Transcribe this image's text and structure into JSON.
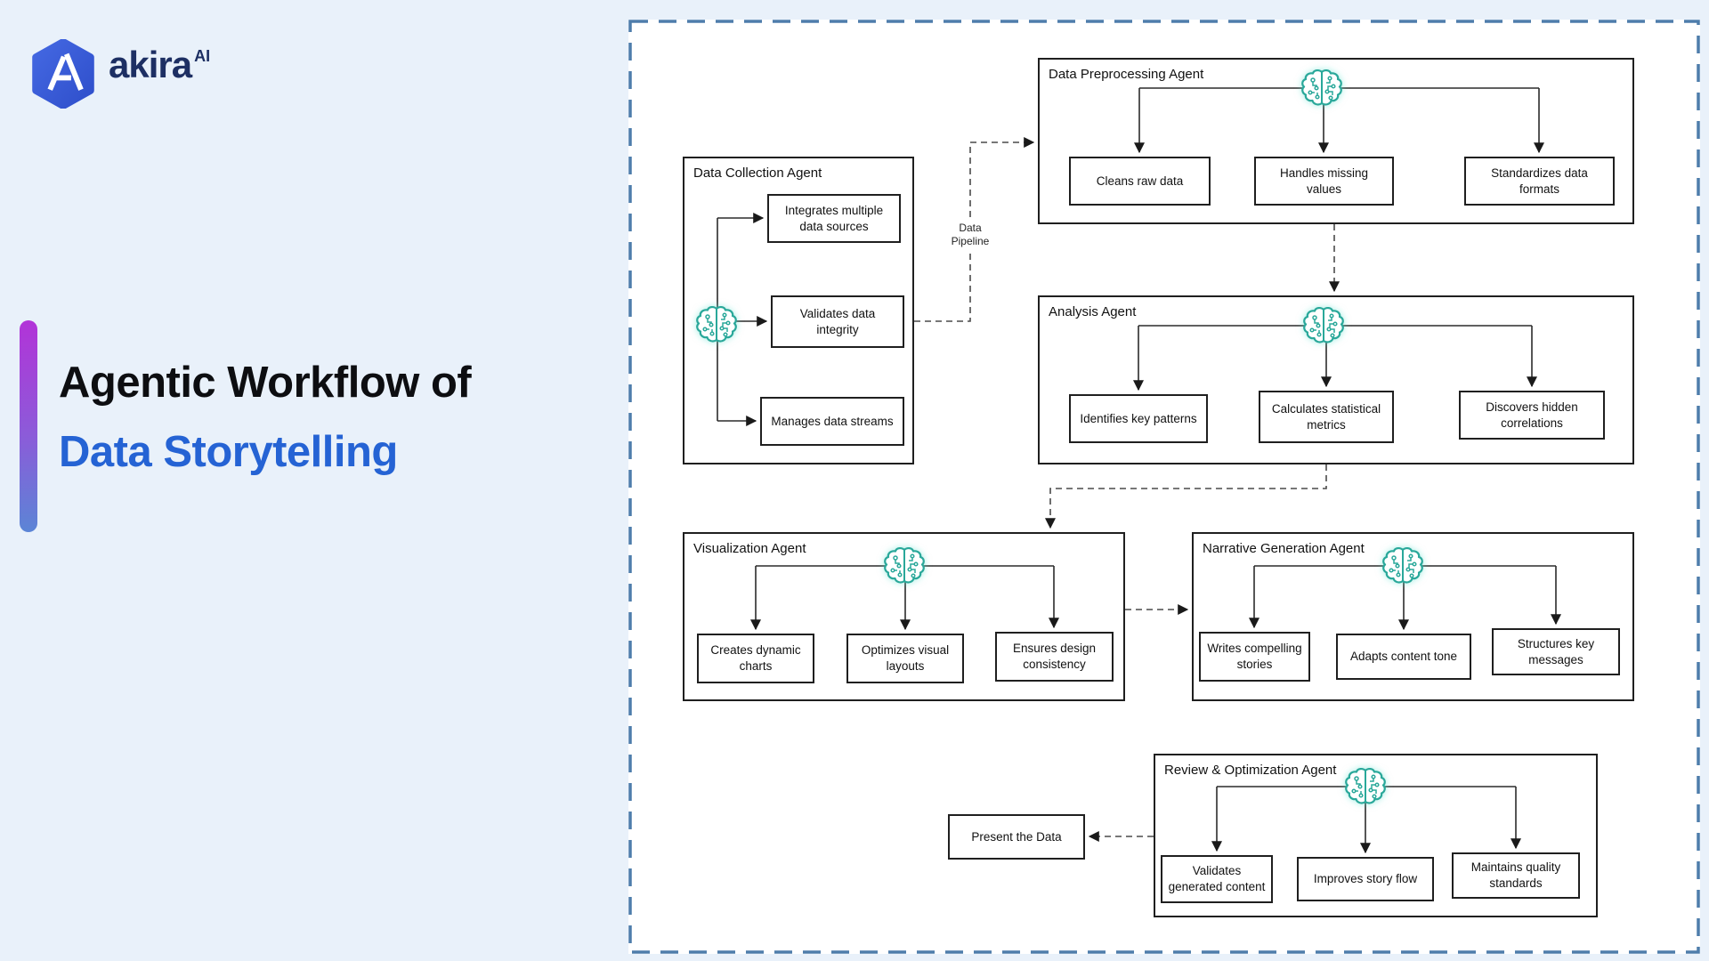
{
  "header": {
    "brand": "akira",
    "brand_superscript": "AI"
  },
  "hero": {
    "title_line1": "Agentic Workflow of",
    "title_line2": "Data Storytelling"
  },
  "colors": {
    "page_bg": "#e9f1fa",
    "canvas_bg": "#ffffff",
    "dashed_border_blue": "#4e7dab",
    "title_accent_blue": "#2563d4",
    "brand_navy": "#1d2f63",
    "brain_teal": "#2aa89a",
    "accent_bar_top": "#b233d8",
    "accent_bar_bottom": "#5b85d6",
    "box_line": "#1f1f1f"
  },
  "diagram": {
    "pipeline_label": {
      "line1": "Data",
      "line2": "Pipeline"
    },
    "present_label": "Present the Data",
    "agents": [
      {
        "title": "Data Collection Agent",
        "tasks": [
          "Integrates multiple data sources",
          "Validates data integrity",
          "Manages data streams"
        ]
      },
      {
        "title": "Data Preprocessing Agent",
        "tasks": [
          "Cleans raw data",
          "Handles missing values",
          "Standardizes data formats"
        ]
      },
      {
        "title": "Analysis Agent",
        "tasks": [
          "Identifies key patterns",
          "Calculates statistical metrics",
          "Discovers hidden correlations"
        ]
      },
      {
        "title": "Visualization Agent",
        "tasks": [
          "Creates dynamic charts",
          "Optimizes visual layouts",
          "Ensures design consistency"
        ]
      },
      {
        "title": "Narrative Generation Agent",
        "tasks": [
          "Writes compelling stories",
          "Adapts content tone",
          "Structures key messages"
        ]
      },
      {
        "title": "Review & Optimization Agent",
        "tasks": [
          "Validates generated content",
          "Improves story flow",
          "Maintains quality standards"
        ]
      }
    ]
  }
}
